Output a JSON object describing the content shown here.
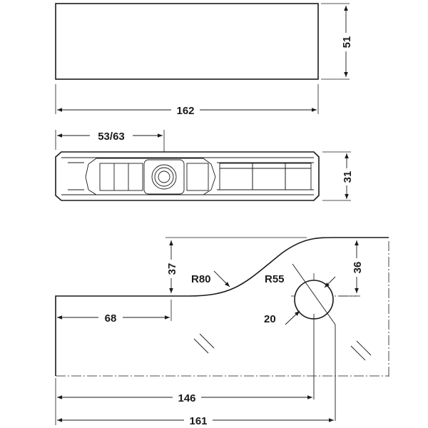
{
  "dimensions": {
    "top_height": "51",
    "top_length": "162",
    "mid_offset": "53/63",
    "mid_height": "31",
    "glass_rise": "37",
    "radius_large": "R80",
    "radius_small": "R55",
    "hole_offset": "36",
    "hole_diameter": "20",
    "edge_length": "68",
    "hole_center": "146",
    "total_length": "161"
  }
}
